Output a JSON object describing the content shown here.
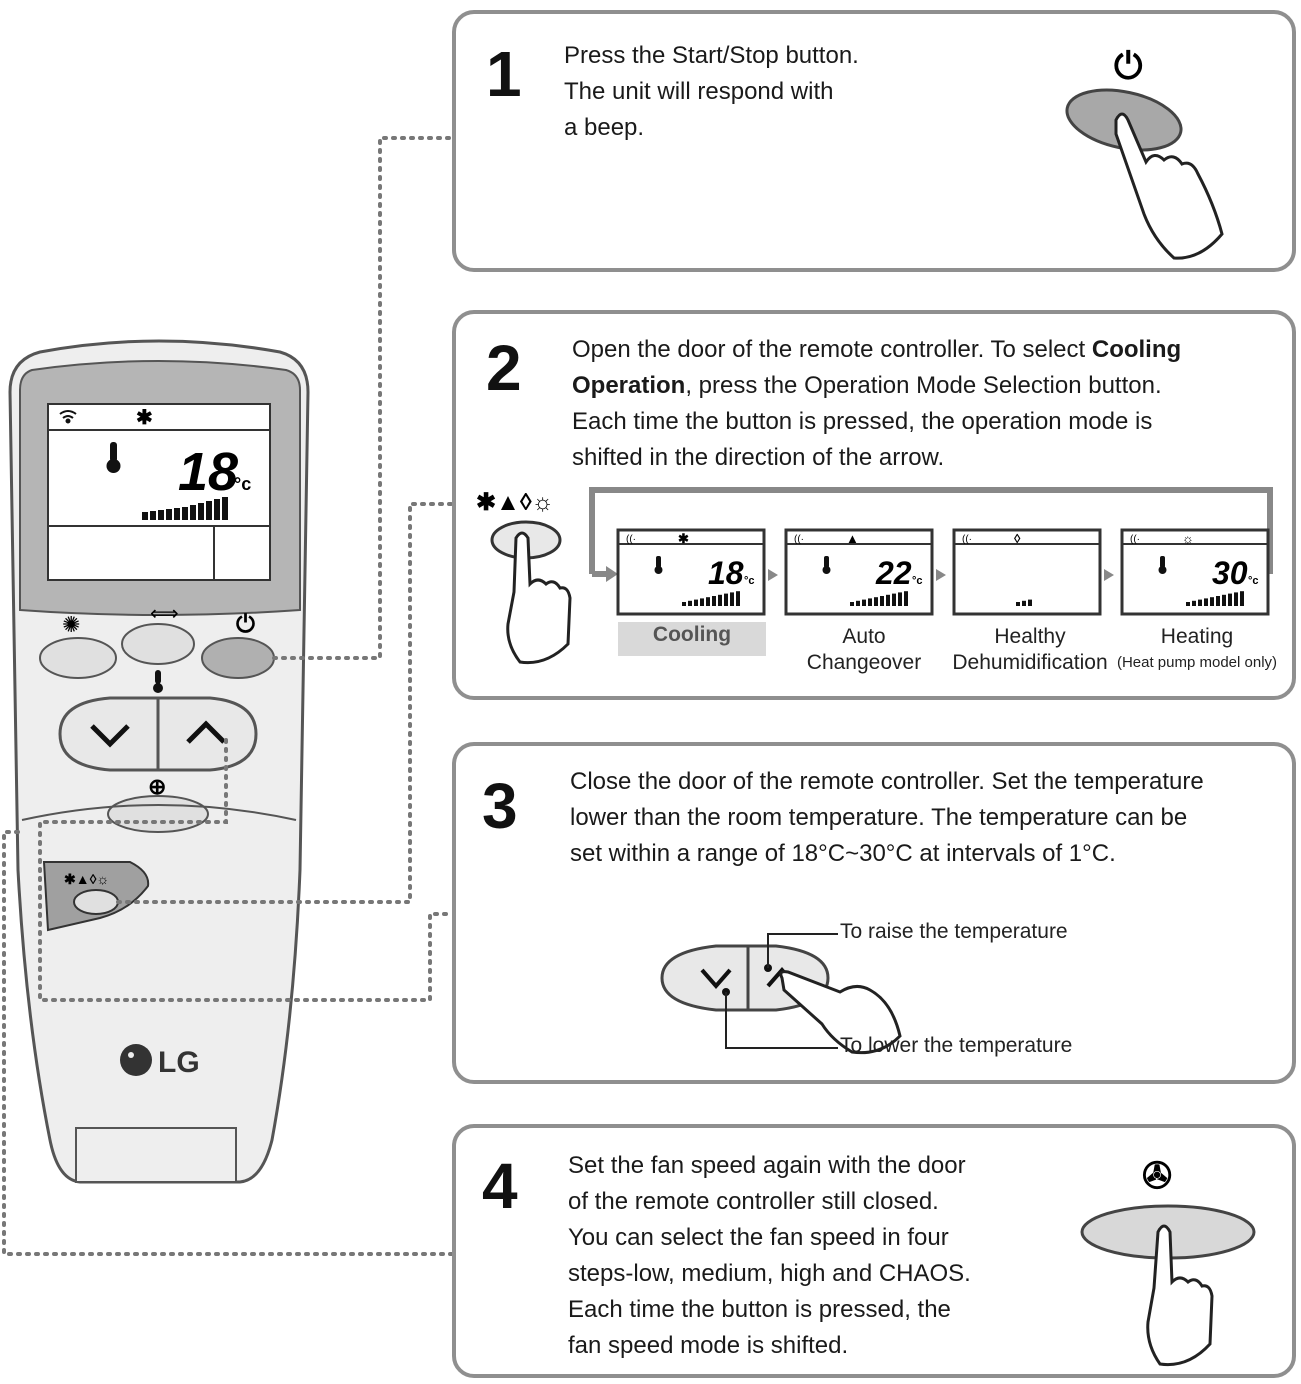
{
  "steps": [
    {
      "number": "1",
      "lines": [
        "Press the Start/Stop button.",
        "The unit will respond with",
        "a beep."
      ]
    },
    {
      "number": "2",
      "line1_pre": "Open the door of the remote controller. To select ",
      "line1_bold": "Cooling",
      "line2_bold": "Operation",
      "line2_post": ", press the Operation Mode Selection button.",
      "line3": "Each time the button is pressed, the operation mode is",
      "line4": "shifted in the direction of the arrow."
    },
    {
      "number": "3",
      "lines": [
        "Close the door of the remote controller. Set the temperature",
        "lower than the room temperature. The temperature can be",
        "set within a range of 18°C~30°C at intervals of 1°C."
      ]
    },
    {
      "number": "4",
      "lines": [
        "Set the fan speed again with the door",
        "of the remote controller still closed.",
        "You can select the fan speed in four",
        "steps-low, medium, high and CHAOS.",
        "Each time the button is pressed, the",
        "fan speed mode is shifted."
      ]
    }
  ],
  "modes": [
    {
      "label": "Cooling",
      "temp": "18",
      "unit": "°c",
      "icon": "snowflake-icon"
    },
    {
      "label": "Auto",
      "label2": "Changeover",
      "temp": "22",
      "unit": "°c",
      "icon": "auto-icon"
    },
    {
      "label": "Healthy",
      "label2": "Dehumidification",
      "temp": "",
      "unit": "",
      "icon": "droplet-icon"
    },
    {
      "label": "Heating",
      "label2": "(Heat pump model only)",
      "temp": "30",
      "unit": "°c",
      "icon": "sun-icon"
    }
  ],
  "callouts": {
    "raise": "To raise the temperature",
    "lower": "To lower the temperature"
  },
  "remote": {
    "display_temp": "18",
    "display_unit": "°c",
    "brand": "LG"
  },
  "colors": {
    "box_border": "#8f8f8f",
    "cooling_highlight": "#d9d9d9",
    "remote_body": "#eeeeee",
    "display": "#d8d8d8"
  }
}
